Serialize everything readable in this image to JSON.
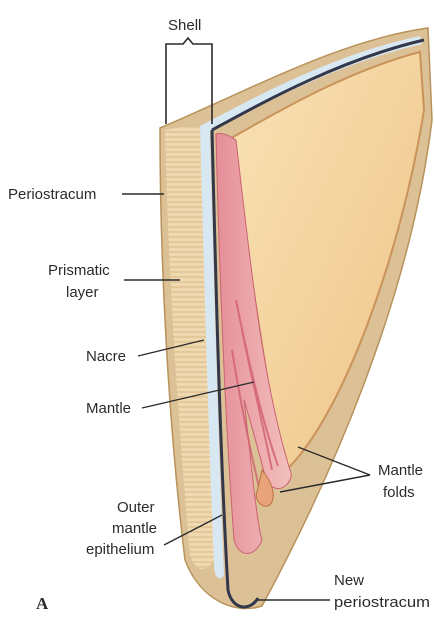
{
  "figure": {
    "panel_letter": "A",
    "labels": {
      "shell": "Shell",
      "periostracum": "Periostracum",
      "prismatic_line1": "Prismatic",
      "prismatic_line2": "layer",
      "nacre": "Nacre",
      "mantle": "Mantle",
      "outer_line1": "Outer",
      "outer_line2": "mantle",
      "outer_line3": "epithelium",
      "mantle_folds_line1": "Mantle",
      "mantle_folds_line2": "folds",
      "new_periostracum_line1": "New",
      "new_periostracum_line2": "periostracum"
    }
  },
  "colors": {
    "shell_outer": "#d9b98a",
    "prismatic": "#f1dcb6",
    "nacre": "#dbe9f3",
    "mantle": "#e39aa3",
    "mantle_dark": "#cf6e7c",
    "interior": "#f6d9a6",
    "dark_edge": "#33374a"
  }
}
